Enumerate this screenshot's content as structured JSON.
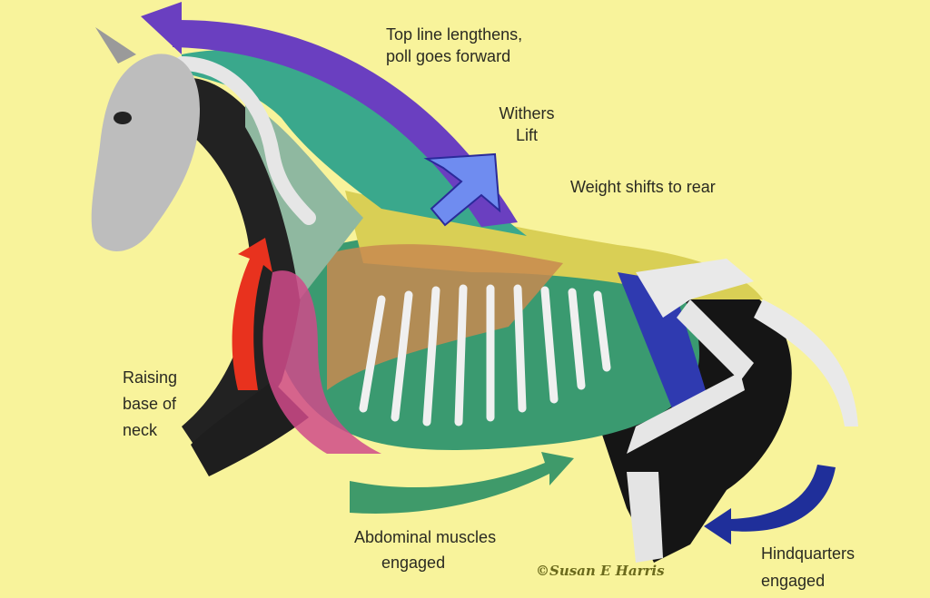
{
  "labels": {
    "top_line": [
      "Top line lengthens,",
      "poll goes forward"
    ],
    "withers": [
      "Withers",
      "Lift"
    ],
    "weight": "Weight shifts to rear",
    "neck": [
      "Raising",
      "base of",
      "neck"
    ],
    "abdominal": [
      "Abdominal muscles",
      "engaged"
    ],
    "hindquarters": [
      "Hindquarters",
      "engaged"
    ]
  },
  "signature": "©Susan E Harris",
  "colors": {
    "background": "#f8f39b",
    "purple_arrow": "#6a3fc0",
    "blue_arrow": "#6f8cf0",
    "red_arrow": "#e8321e",
    "green_arrow": "#3f9a6a",
    "navy_arrow": "#1f2f9a"
  }
}
